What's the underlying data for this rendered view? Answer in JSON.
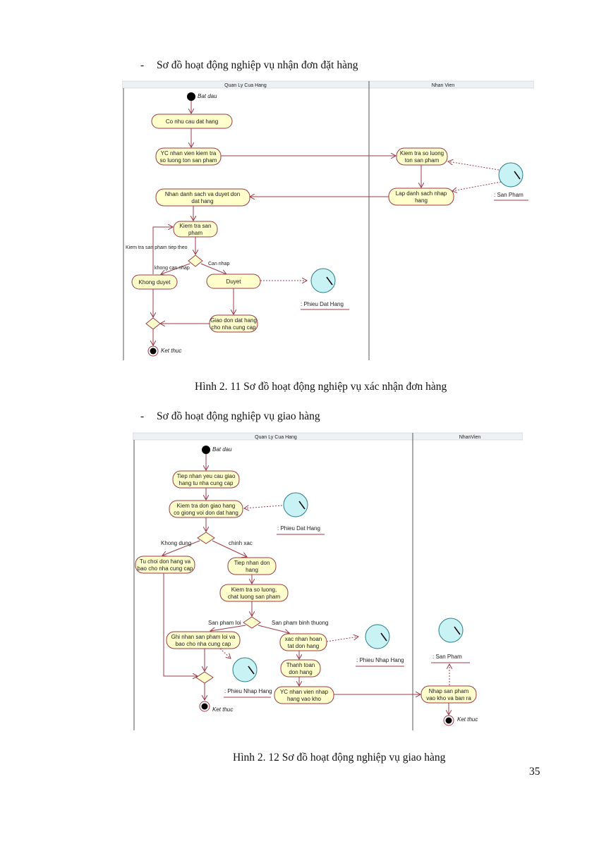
{
  "sections": [
    {
      "bullet": "-",
      "heading": "Sơ đồ hoạt động nghiệp vụ nhận đơn đặt hàng"
    },
    {
      "bullet": "-",
      "heading": "Sơ đồ hoạt động nghiệp vụ giao hàng"
    }
  ],
  "figure1": {
    "caption": "Hình 2. 11 Sơ đồ hoạt động nghiệp vụ xác nhận đơn hàng",
    "lanes": [
      "Quan Ly Cua Hang",
      "Nhan Vien"
    ],
    "start": "Bat dau",
    "end": "Ket thuc",
    "activities": {
      "co_nhu_cau": [
        "Co nhu cau dat hang"
      ],
      "yc_nv": [
        "YC nhan vien kiem tra",
        "so luong ton san pham"
      ],
      "kiem_tra_sl": [
        "Kiem tra so luong",
        "ton san pham"
      ],
      "lap_ds": [
        "Lap danh sach nhap",
        "hang"
      ],
      "nhan_ds": [
        "Nhan danh sach va duyet don",
        "dat hang"
      ],
      "kiem_tra_sp": [
        "Kiem tra san",
        "pham"
      ],
      "khong_duyet": [
        "Khong duyet"
      ],
      "duyet": [
        "Duyet"
      ],
      "giao_don": [
        "Giao don dat hang",
        "cho nha cung cap"
      ]
    },
    "guards": {
      "loop": "Kiem tra san pham tiep theo",
      "no_need": "khong can nhap",
      "need": "Can nhap"
    },
    "objects": {
      "san_pham": ": San  Pham",
      "phieu_dat_hang": ": Phieu Dat Hang"
    }
  },
  "figure2": {
    "caption": "Hình 2. 12 Sơ đồ hoạt động nghiệp vụ giao hàng",
    "lanes": [
      "Quan Ly Cua Hang",
      "NhanVien"
    ],
    "start": "Bat dau",
    "end_left": "Ket thuc",
    "end_right": "Ket thuc",
    "activities": {
      "tiep_nhan_yc": [
        "Tiep nhan yeu cau giao",
        "hang tu nha cung cap"
      ],
      "kiem_tra_don": [
        "Kiem tra don giao hang",
        "co giong voi don dat hang"
      ],
      "tu_choi": [
        "Tu choi don hang va",
        "bao cho nha cung cap"
      ],
      "tiep_nhan_don": [
        "Tiep nhan don",
        "hang"
      ],
      "kiem_tra_sl": [
        "Kiem tra so luong,",
        "chat luong san pham"
      ],
      "ghi_nhan": [
        "Ghi nhan san pham loi va",
        "bao cho nha cung cap"
      ],
      "xac_nhan": [
        "xac nhan hoan",
        "tat don hang"
      ],
      "thanh_toan": [
        "Thanh toan",
        "don hang"
      ],
      "yc_nv_nhap": [
        "YC nhan vien nhap",
        "hang vao kho"
      ],
      "nhap_sp": [
        "Nhap san pham",
        "vao kho va ban ra"
      ]
    },
    "guards": {
      "khong_dung": "Khong dung",
      "chinh_xac": "chinh xac",
      "san_pham_loi": "San pham loi",
      "san_pham_binh_thuong": "San pham binh thuong"
    },
    "objects": {
      "phieu_dat_hang": ": Phieu Dat Hang",
      "phieu_nhap_hang_1": ": Phieu Nhap Hang",
      "phieu_nhap_hang_2": ": Phieu Nhap Hang",
      "san_pham": ": San  Pham"
    }
  },
  "page_number": "35"
}
